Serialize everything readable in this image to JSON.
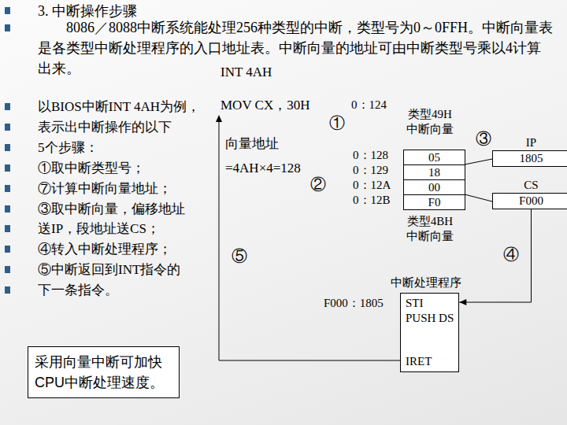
{
  "diagram": {
    "title": "3. 中断操作步骤",
    "nodes": [
      {
        "text": [
          "05"
        ]
      },
      {
        "text": [
          "18"
        ]
      },
      {
        "text": [
          "00"
        ]
      },
      {
        "text": [
          "F0"
        ]
      },
      {
        "text": [
          "IP",
          "1805"
        ]
      },
      {
        "text": [
          "CS",
          "F000"
        ]
      },
      {
        "text": [
          "STI",
          "PUSH DS",
          "IRET"
        ]
      },
      {
        "text": [
          "采用向量中断可加快 CPU中断处理速度。"
        ]
      }
    ],
    "edges": [
      {
        "from": 5,
        "to": 6,
        "arrow": "to",
        "label": "④"
      }
    ],
    "labels": [
      "8086／8088中断系统能处理256种类型的中断，类型号为0～0FFH。中断向量表是各类型中断处理程序的入口地址表。中断向量的地址可由中断类型号乘以4计算出来。",
      "以BIOS中断INT 4AH为例，",
      "表示出中断操作的以下",
      "5个步骤：",
      "①取中断类型号；",
      "⑦计算中断向量地址；",
      "③取中断向量，偏移地址",
      "送IP，段地址送CS；",
      "④转入中断处理程序；",
      "⑤中断返回到INT指令的",
      "下一条指令。",
      "INT 4AH",
      "MOV CX，30H",
      "①",
      "向量地址",
      "=4AH×4=128",
      "②",
      "0：124",
      "0：128",
      "0：129",
      "0：12A",
      "0：12B",
      "类型49H 中断向量",
      "类型4BH 中断向量",
      "③",
      "⑤",
      "中断处理程序",
      "F000：1805"
    ]
  }
}
